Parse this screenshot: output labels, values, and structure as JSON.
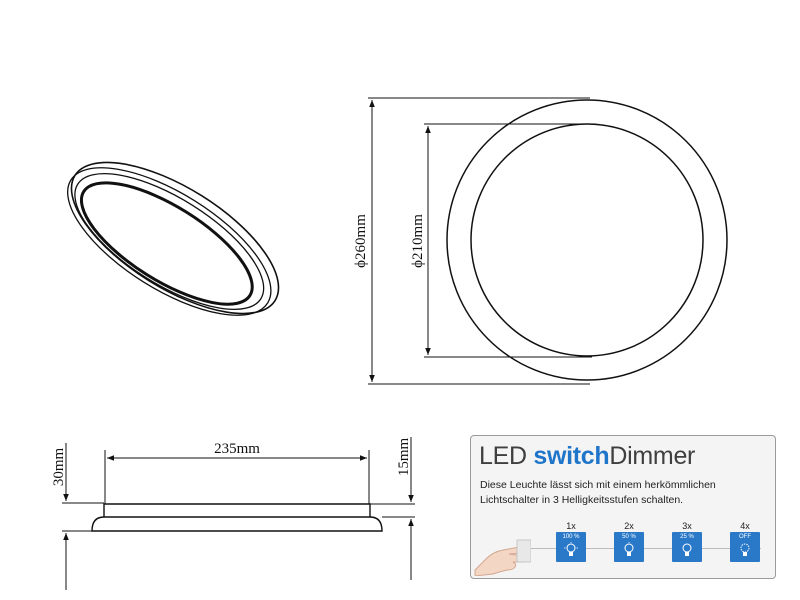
{
  "dimensions": {
    "outer_diameter": "ϕ260mm",
    "inner_diameter": "ϕ210mm",
    "inner_width": "235mm",
    "total_height": "30mm",
    "body_height": "15mm"
  },
  "led_panel": {
    "title_led": "LED ",
    "title_switch": "switch",
    "title_dimmer": "Dimmer",
    "description": "Diese Leuchte lässt sich mit einem herkömmlichen Lichtschalter in 3 Helligkeitsstufen schalten.",
    "steps": [
      {
        "count": "1x",
        "label": "100 %",
        "level": 1.0
      },
      {
        "count": "2x",
        "label": "50 %",
        "level": 0.5
      },
      {
        "count": "3x",
        "label": "25 %",
        "level": 0.25
      },
      {
        "count": "4x",
        "label": "OFF",
        "level": 0
      }
    ]
  },
  "colors": {
    "switch_accent": "#1f75c9",
    "step_box": "#2a79c9",
    "line": "#111111"
  }
}
